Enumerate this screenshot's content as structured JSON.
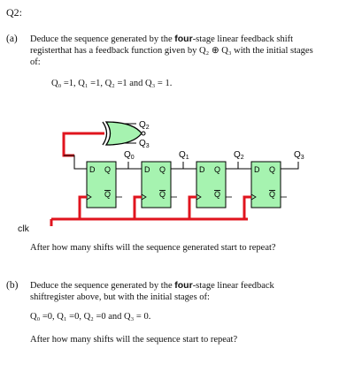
{
  "question": "Q2:",
  "part_a": {
    "label": "(a)",
    "line1_pre": "Deduce the sequence generated by the ",
    "line1_bold": "four",
    "line1_post": "-stage linear feedback shift",
    "line2": "registerthat has a feedback function given by Q₂ ⊕ Q₃ with the initial stages",
    "line3": "of:",
    "initial": "Q₀ =1,  Q₁ =1,  Q₂ =1 and  Q₃ = 1.",
    "question": "After how many shifts will the sequence generated start to repeat?"
  },
  "part_b": {
    "label": "(b)",
    "line1_pre": "Deduce the sequence generated by the ",
    "line1_bold": "four",
    "line1_post": "-stage linear feedback",
    "line2": "shiftregister above, but with the initial stages of:",
    "initial": "Q₀ =0,  Q₁ =0,  Q₂ =0 and  Q₃ = 0.",
    "question": "After how many shifts will the sequence start to repeat?"
  },
  "diagram": {
    "clk_label": "clk",
    "xor_inputs": [
      "Q2",
      "Q3"
    ],
    "flipflops": [
      {
        "d": "D",
        "q": "Q",
        "qbar": "Q",
        "out": "Q0"
      },
      {
        "d": "D",
        "q": "Q",
        "qbar": "Q",
        "out": "Q1"
      },
      {
        "d": "D",
        "q": "Q",
        "qbar": "Q",
        "out": "Q2"
      },
      {
        "d": "D",
        "q": "Q",
        "qbar": "Q",
        "out": "Q3"
      }
    ],
    "colors": {
      "feedback_wire": "#e0141e",
      "clock_wire": "#e0141e",
      "ff_fill": "#a6f3b0",
      "xor_fill": "#a6f3b0",
      "output_wire": "#000000"
    }
  }
}
